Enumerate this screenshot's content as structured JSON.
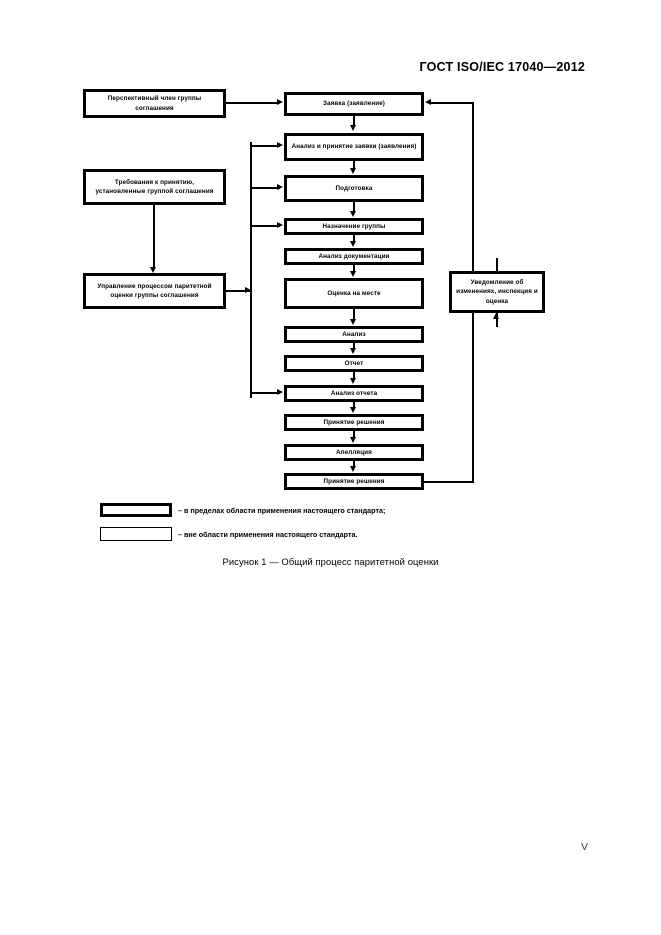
{
  "document": {
    "header": "ГОСТ ISO/IEC 17040—2012",
    "page_mark": "V",
    "caption": "Рисунок 1 — Общий процесс паритетной оценки"
  },
  "figure": {
    "nodes": {
      "prospective_member": "Перспективный член группы соглашения",
      "acceptance_requirements": "Требования к принятию, установленные группой соглашения",
      "process_management": "Управление процессом паритетной оценки группы соглашения",
      "application": "Заявка (заявление)",
      "application_review": "Анализ и принятие заявки (заявления)",
      "preparation": "Подготовка",
      "team_appointment": "Назначение группы",
      "documentation_review": "Анализ документации",
      "onsite_assessment": "Оценка на месте",
      "analysis": "Анализ",
      "report": "Отчет",
      "report_review": "Анализ отчета",
      "decision_first": "Принятие решения",
      "appeal": "Апелляция",
      "decision_final": "Принятие решения",
      "change_notification": "Уведомление об изменениях, инспекция и оценка"
    },
    "legend": [
      "– в пределах области применения настоящего стандарта;",
      "– вне области применения настоящего стандарта."
    ]
  }
}
